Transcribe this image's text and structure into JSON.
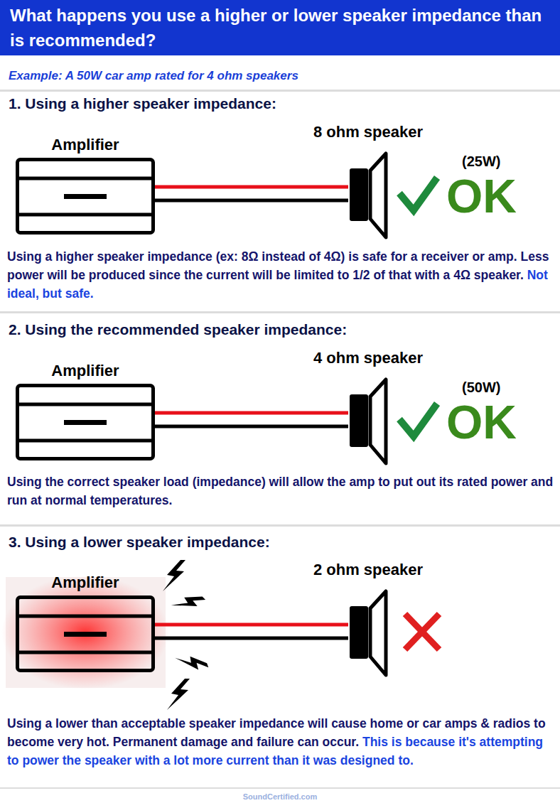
{
  "diagram": {
    "title": "What happens you use a higher or lower speaker impedance than is recommended?",
    "nodes": [
      {
        "text": [
          "Amplifier"
        ]
      },
      {
        "text": [
          "8 ohm speaker"
        ]
      },
      {
        "text": [
          "Amplifier"
        ]
      },
      {
        "text": [
          "4 ohm speaker"
        ]
      },
      {
        "text": [
          "Amplifier"
        ]
      },
      {
        "text": [
          "2 ohm speaker"
        ]
      }
    ],
    "edges": [
      {
        "from": 0,
        "to": 1,
        "arrow": "none"
      },
      {
        "from": 2,
        "to": 3,
        "arrow": "none"
      },
      {
        "from": 4,
        "to": 5,
        "arrow": "none"
      }
    ],
    "labels": [
      "Example: A 50W car amp rated for 4 ohm speakers",
      "1. Using a higher speaker impedance:",
      "(25W)",
      "OK",
      "Using a higher speaker impedance (ex: 8Ω instead of 4Ω) is safe for a receiver or amp. Less power will be produced since the current will be limited to 1/2 of that with a 4Ω speaker.",
      "Not ideal, but safe.",
      "2. Using the recommended speaker impedance:",
      "(50W)",
      "OK",
      "Using the correct speaker load (impedance) will allow the amp to put out its rated power and run at normal temperatures.",
      "3. Using a lower speaker impedance:",
      "Using a lower than acceptable speaker impedance will cause home or car amps & radios to become very hot. Permanent damage and failure can occur.",
      "This is because it's attempting to power the speaker with a lot more current than it was designed to.",
      "SoundCertified.com"
    ]
  }
}
